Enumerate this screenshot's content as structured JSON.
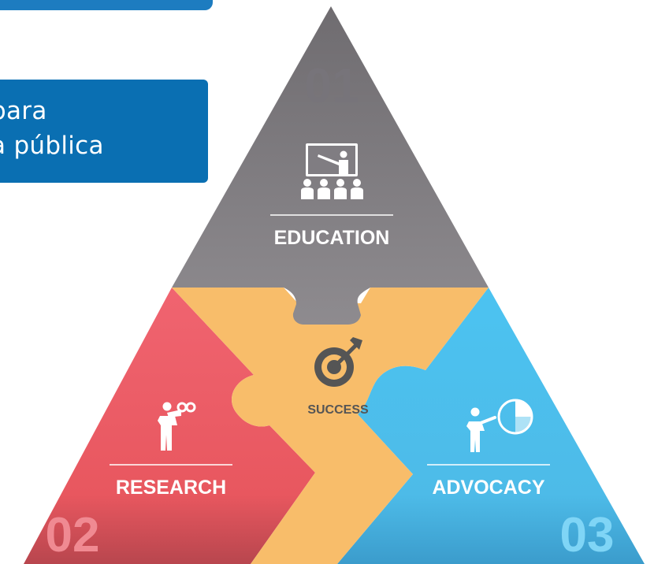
{
  "caption": {
    "line1": "para",
    "line2": "a pública"
  },
  "sections": {
    "education": {
      "number": "01",
      "label": "EDUCATION",
      "color": "#89868a"
    },
    "research": {
      "number": "02",
      "label": "RESEARCH",
      "color": "#ef5f6b"
    },
    "advocacy": {
      "number": "03",
      "label": "ADVOCACY",
      "color": "#52c4ee"
    },
    "success": {
      "label": "SUCCESS",
      "color": "#f8bd6a"
    }
  },
  "icons": {
    "education": "presentation-audience-icon",
    "success": "target-arrow-icon",
    "research": "person-binoculars-icon",
    "advocacy": "person-pie-chart-icon"
  }
}
